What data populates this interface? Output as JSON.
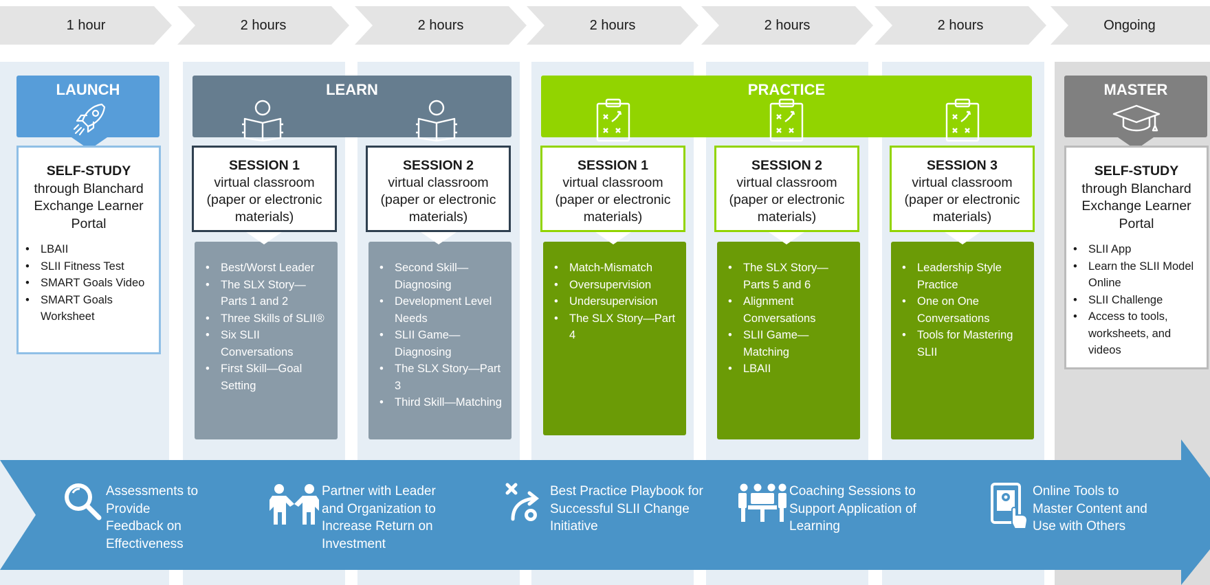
{
  "timeline": [
    "1 hour",
    "2 hours",
    "2 hours",
    "2 hours",
    "2 hours",
    "2 hours",
    "Ongoing"
  ],
  "colors": {
    "launch": "#579dd9",
    "learn": "#667d8f",
    "learn_topics": "#8a9ba8",
    "practice": "#92d400",
    "practice_topics": "#6b9b06",
    "master": "#808080",
    "band": "#4a94c8",
    "column_bg": "#e6eef5",
    "master_bg": "#dcdcdc"
  },
  "phases": {
    "launch": "LAUNCH",
    "learn": "LEARN",
    "practice": "PRACTICE",
    "master": "MASTER"
  },
  "launch": {
    "title": "SELF-STUDY",
    "subtitle": "through Blanchard Exchange Learner Portal",
    "items": [
      "LBAII",
      "SLII Fitness Test",
      "SMART Goals Video",
      "SMART Goals Worksheet"
    ]
  },
  "master": {
    "title": "SELF-STUDY",
    "subtitle": "through Blanchard Exchange Learner Portal",
    "items": [
      "SLII App",
      "Learn the SLII Model Online",
      "SLII Challenge",
      "Access to tools, worksheets, and videos"
    ]
  },
  "sessions": [
    {
      "title": "SESSION 1",
      "desc": "virtual classroom (paper or electronic materials)",
      "topics": [
        "Best/Worst Leader",
        "The SLX Story—Parts 1 and 2",
        "Three Skills of SLII®",
        "Six SLII Conversations",
        "First Skill—Goal Setting"
      ]
    },
    {
      "title": "SESSION 2",
      "desc": "virtual classroom (paper or electronic materials)",
      "topics": [
        "Second Skill—Diagnosing",
        "Development Level Needs",
        "SLII Game—Diagnosing",
        "The SLX Story—Part 3",
        "Third Skill—Matching"
      ]
    },
    {
      "title": "SESSION 1",
      "desc": "virtual classroom (paper or electronic materials)",
      "topics": [
        "Match-Mismatch",
        "Oversupervision",
        "Undersupervision",
        "The SLX Story—Part 4"
      ]
    },
    {
      "title": "SESSION 2",
      "desc": "virtual classroom (paper or electronic materials)",
      "topics": [
        "The SLX Story—Parts 5 and 6",
        "Alignment Conversations",
        "SLII Game—Matching",
        "LBAII"
      ]
    },
    {
      "title": "SESSION 3",
      "desc": "virtual classroom (paper or electronic materials)",
      "topics": [
        "Leadership Style Practice",
        "One on One Conversations",
        "Tools for Mastering SLII"
      ]
    }
  ],
  "features": [
    {
      "icon": "magnifier-icon",
      "text": "Assessments to Provide Feedback on Effectiveness"
    },
    {
      "icon": "handshake-icon",
      "text": "Partner with Leader and Organization to Increase Return on Investment"
    },
    {
      "icon": "playbook-icon",
      "text": "Best Practice Playbook for Successful SLII Change Initiative"
    },
    {
      "icon": "coaching-icon",
      "text": "Coaching Sessions to Support Application of Learning"
    },
    {
      "icon": "tablet-touch-icon",
      "text": "Online Tools to Master Content and Use with Others"
    }
  ]
}
